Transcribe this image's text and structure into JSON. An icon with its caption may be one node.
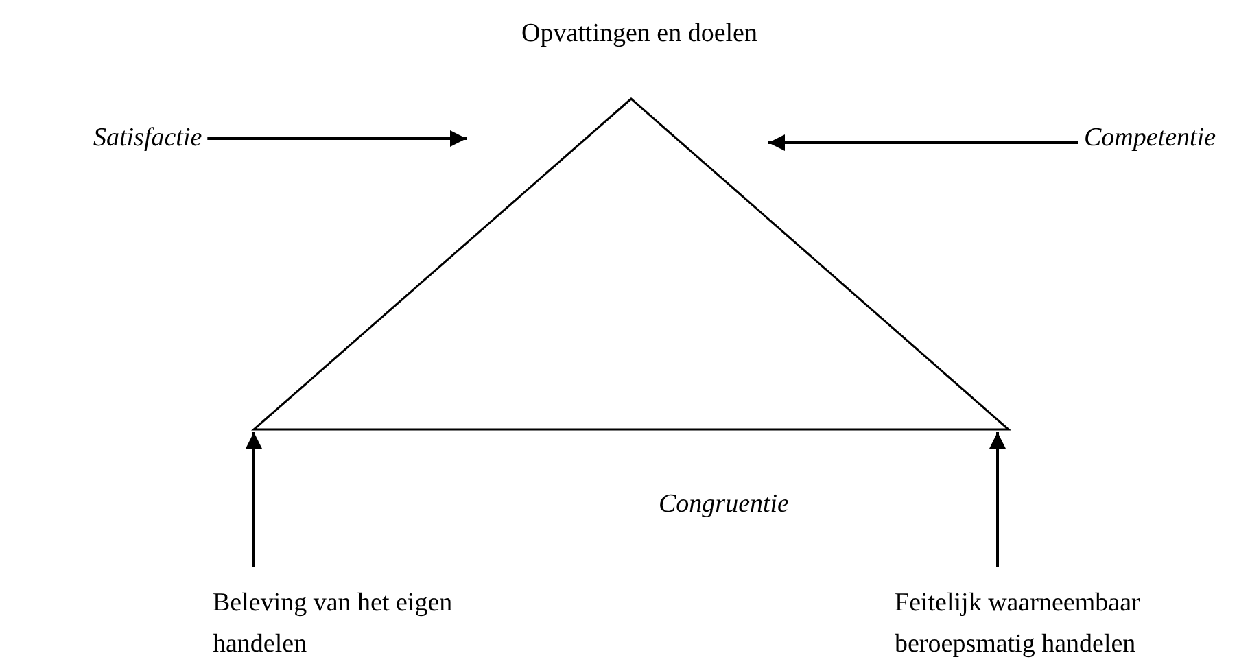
{
  "diagram": {
    "nodes": [
      {
        "text": [
          "Opvattingen en doelen"
        ]
      },
      {
        "text": [],
        "shape": "triangle"
      },
      {
        "text": [
          "Satisfactie"
        ]
      },
      {
        "text": [
          "Competentie"
        ]
      },
      {
        "text": [
          "Beleving van het eigen handelen"
        ]
      },
      {
        "text": [
          "Feitelijk waarneembaar beroepsmatig handelen"
        ]
      }
    ],
    "edges": [
      {
        "from": 2,
        "to": null,
        "arrow": "to"
      },
      {
        "from": 3,
        "to": null,
        "arrow": "to"
      },
      {
        "from": 4,
        "to": 1,
        "arrow": "to"
      },
      {
        "from": 5,
        "to": 1,
        "arrow": "to"
      }
    ],
    "labels": [
      "Congruentie"
    ]
  }
}
